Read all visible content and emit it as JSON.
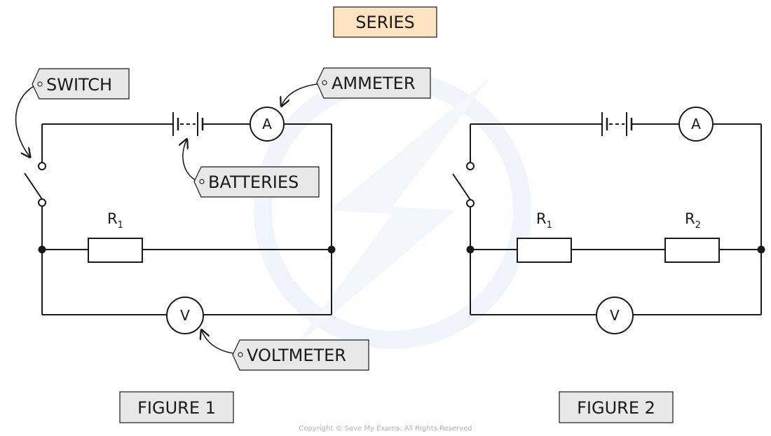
{
  "title": "SERIES",
  "colors": {
    "title_fill": "#fde3c2",
    "tag_fill": "#e8e8e8",
    "wire": "#1a1a1a",
    "watermark": "#e6eef9"
  },
  "figure1": {
    "caption": "FIGURE 1",
    "callouts": {
      "switch": "SWITCH",
      "ammeter": "AMMETER",
      "batteries": "BATTERIES",
      "voltmeter": "VOLTMETER"
    },
    "ammeter_symbol": "A",
    "voltmeter_symbol": "V",
    "resistor": {
      "letter": "R",
      "subscript": "1"
    }
  },
  "figure2": {
    "caption": "FIGURE 2",
    "ammeter_symbol": "A",
    "voltmeter_symbol": "V",
    "resistors": [
      {
        "letter": "R",
        "subscript": "1"
      },
      {
        "letter": "R",
        "subscript": "2"
      }
    ]
  },
  "copyright": "Copyright © Save My Exams. All Rights Reserved"
}
